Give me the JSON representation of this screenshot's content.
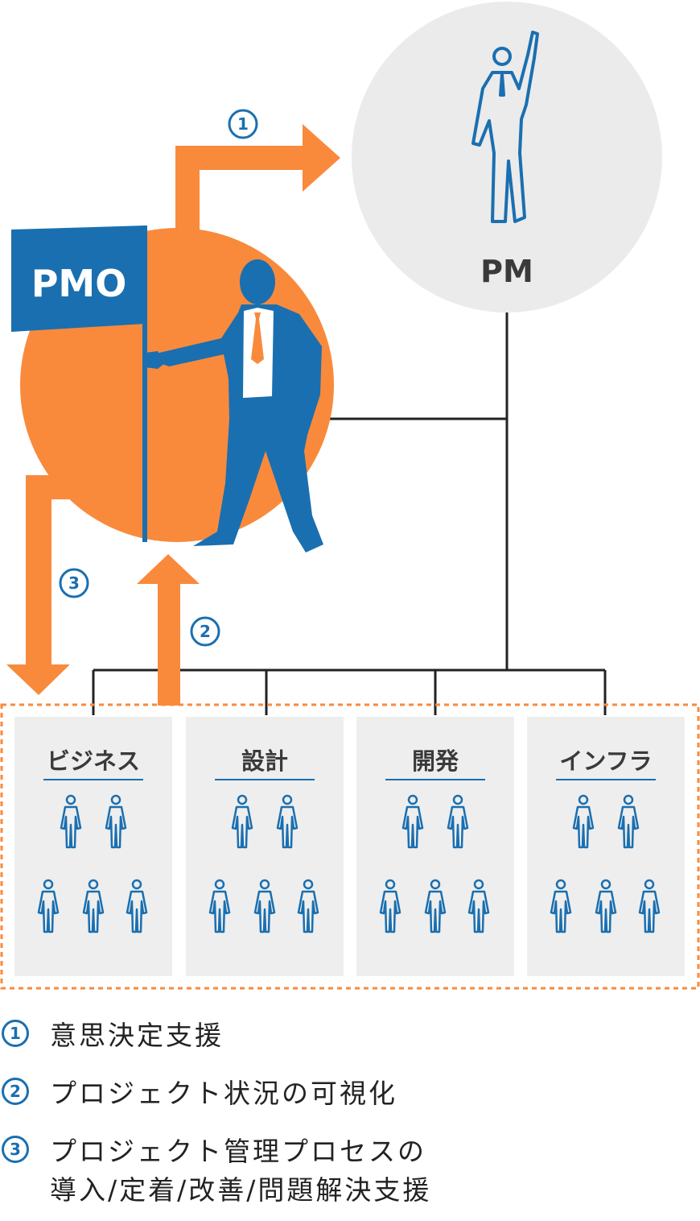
{
  "diagram": {
    "pmo_flag_label": "PMO",
    "pm_label": "PM",
    "arrow_numbers": [
      "1",
      "2",
      "3"
    ],
    "teams": [
      {
        "label": "ビジネス"
      },
      {
        "label": "設計"
      },
      {
        "label": "開発"
      },
      {
        "label": "インフラ"
      }
    ],
    "colors": {
      "orange": "#f98a3c",
      "blue": "#1a6fb0",
      "gray_circle": "#ebebeb",
      "team_box": "#eeeeee"
    }
  },
  "legend": {
    "items": [
      {
        "number": "1",
        "lines": [
          "意思決定支援"
        ]
      },
      {
        "number": "2",
        "lines": [
          "プロジェクト状況の可視化"
        ]
      },
      {
        "number": "3",
        "lines": [
          "プロジェクト管理プロセスの",
          "導入/定着/改善/問題解決支援"
        ]
      }
    ]
  }
}
